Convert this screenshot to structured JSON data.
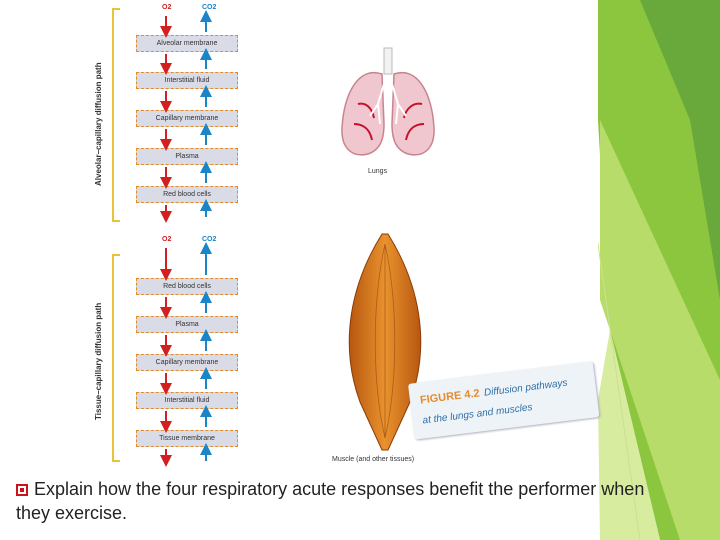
{
  "figure": {
    "top_section": {
      "side_label": "Alveolar–capillary diffusion path",
      "gas_labels": [
        "O2",
        "CO2"
      ],
      "boxes": [
        "Alveolar membrane",
        "Interstitial fluid",
        "Capillary membrane",
        "Plasma",
        "Red blood cells"
      ],
      "image_caption": "Lungs"
    },
    "bottom_section": {
      "side_label": "Tissue–capillary diffusion path",
      "gas_labels": [
        "O2",
        "CO2"
      ],
      "boxes": [
        "Red blood cells",
        "Plasma",
        "Capillary membrane",
        "Interstitial fluid",
        "Tissue membrane"
      ],
      "image_caption": "Muscle (and other tissues)"
    },
    "note": {
      "number": "FIGURE 4.2",
      "text_line1": "Diffusion pathways",
      "text_line2": "at the lungs and muscles"
    }
  },
  "bullet_text": "Explain how the four respiratory acute responses benefit the performer when they exercise.",
  "colors": {
    "o2_arrow": "#d21f1f",
    "co2_arrow": "#1a86c8",
    "bullet": "#c9141a",
    "accent_green": "#8cc63f"
  }
}
